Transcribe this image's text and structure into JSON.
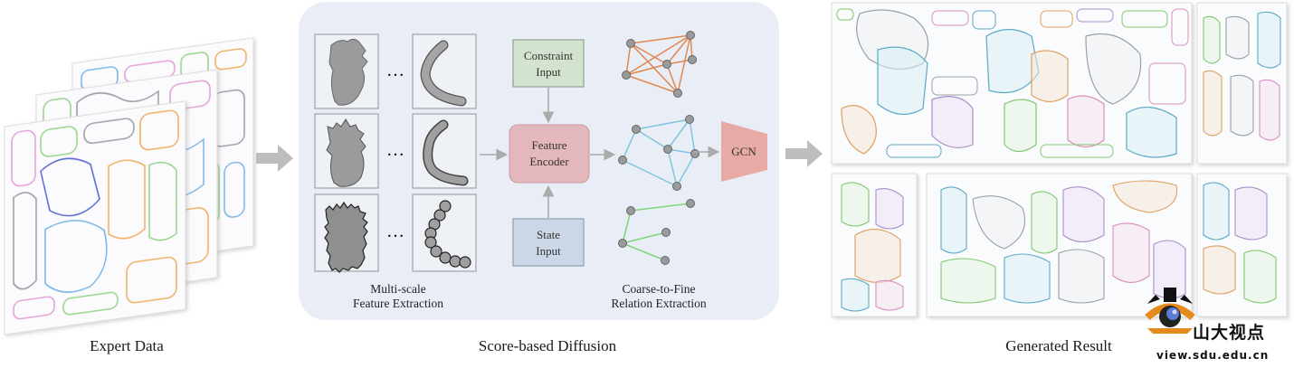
{
  "sections": {
    "expert_data": "Expert Data",
    "diffusion": "Score-based Diffusion",
    "generated": "Generated Result"
  },
  "feature_extraction": {
    "line1": "Multi-scale",
    "line2": "Feature Extraction",
    "ellipsis": "…"
  },
  "relation_extraction": {
    "line1": "Coarse-to-Fine",
    "line2": "Relation Extraction"
  },
  "nodes": {
    "constraint": [
      "Constraint",
      "Input"
    ],
    "encoder": [
      "Feature",
      "Encoder"
    ],
    "state": [
      "State",
      "Input"
    ],
    "gcn": "GCN"
  },
  "watermark": {
    "cn": "山大视点",
    "url": "view.sdu.edu.cn"
  },
  "colors": {
    "panel_bg": "#e9eef6",
    "encoder": "#e3b7bc",
    "gcn": "#e8aaa5",
    "constraint": "#d3e3d0",
    "state": "#cbd7e6",
    "graph_coarse": "#e0874f",
    "graph_mid": "#7fc4e0",
    "graph_fine": "#7fd67a",
    "arrow": "#bdbdbd"
  }
}
